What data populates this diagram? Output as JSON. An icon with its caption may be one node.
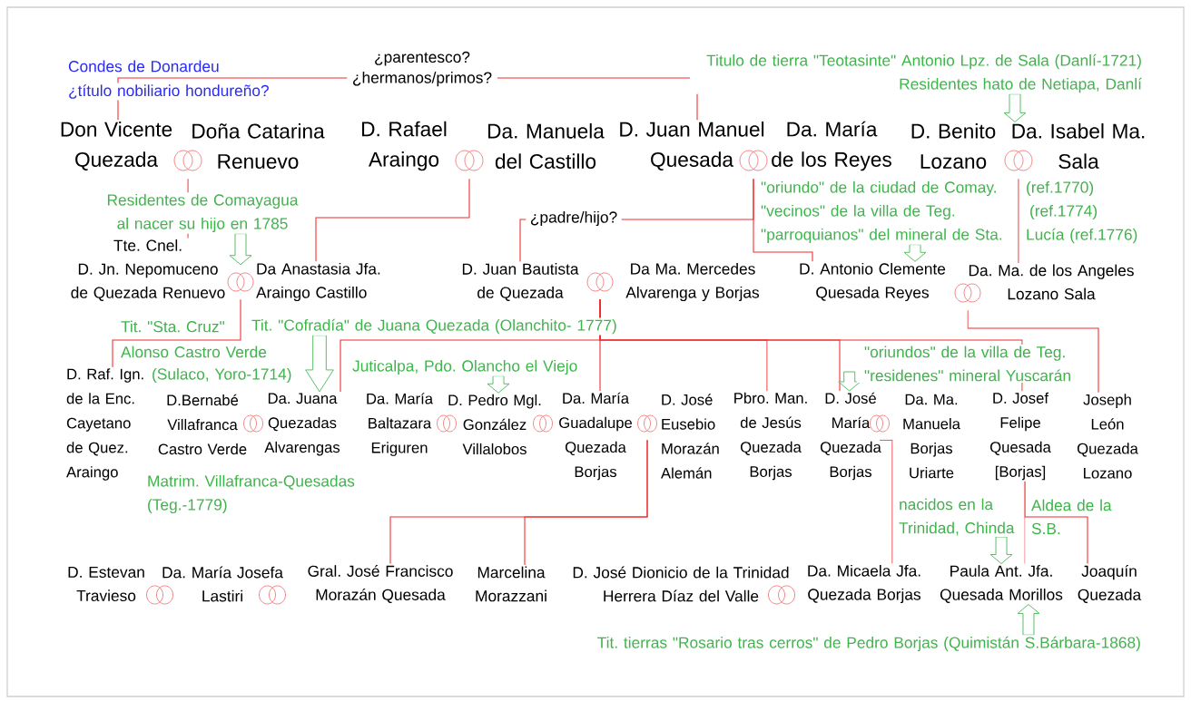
{
  "diagram": {
    "nodes": [
      {
        "text": [
          "Don Vicente Quezada"
        ]
      },
      {
        "text": [],
        "shape": "rings"
      },
      {
        "text": [
          "Doña Catarina Renuevo"
        ]
      },
      {
        "text": [
          "D. Rafael Araingo"
        ]
      },
      {
        "text": [],
        "shape": "rings"
      },
      {
        "text": [
          "Da. Manuela del Castillo"
        ]
      },
      {
        "text": [
          "D. Juan Manuel Quesada"
        ]
      },
      {
        "text": [],
        "shape": "rings"
      },
      {
        "text": [
          "Da. María de los Reyes"
        ]
      },
      {
        "text": [
          "D. Benito Lozano"
        ]
      },
      {
        "text": [],
        "shape": "rings"
      },
      {
        "text": [
          "Da. Isabel Ma. Sala"
        ]
      },
      {
        "text": [
          "Tte. Cnel.",
          "D. Jn. Nepomuceno de Quezada Renuevo"
        ]
      },
      {
        "text": [],
        "shape": "rings"
      },
      {
        "text": [
          "Da Anastasia Jfa. Araingo Castillo"
        ]
      },
      {
        "text": [
          "D. Juan Bautista de Quezada"
        ]
      },
      {
        "text": [],
        "shape": "rings"
      },
      {
        "text": [
          "Da Ma. Mercedes Alvarenga y Borjas"
        ]
      },
      {
        "text": [
          "D. Antonio Clemente Quesada Reyes"
        ]
      },
      {
        "text": [],
        "shape": "rings"
      },
      {
        "text": [
          "Da. Ma. de los Angeles Lozano Sala"
        ]
      },
      {
        "text": [
          "D. Raf. Ign. de la Enc. Cayetano de Quez. Araingo"
        ]
      },
      {
        "text": [
          "D.Bernabé Villafranca Castro Verde"
        ]
      },
      {
        "text": [],
        "shape": "rings"
      },
      {
        "text": [
          "Da. Juana Quezadas Alvarengas"
        ]
      },
      {
        "text": [
          "Da. María Baltazara Eriguren"
        ]
      },
      {
        "text": [],
        "shape": "rings"
      },
      {
        "text": [
          "D. Pedro Mgl. González Villalobos"
        ]
      },
      {
        "text": [],
        "shape": "rings"
      },
      {
        "text": [
          "Da. María Guadalupe Quezada Borjas"
        ]
      },
      {
        "text": [],
        "shape": "rings"
      },
      {
        "text": [
          "D. José Eusebio Morazán Alemán"
        ]
      },
      {
        "text": [
          "Pbro. Man. de Jesús Quezada Borjas"
        ]
      },
      {
        "text": [
          "D. José María Quezada Borjas"
        ]
      },
      {
        "text": [],
        "shape": "rings"
      },
      {
        "text": [
          "Da. Ma. Manuela Borjas Uriarte"
        ]
      },
      {
        "text": [
          "D. Josef Felipe Quesada [Borjas]"
        ]
      },
      {
        "text": [
          "Joseph León Quezada Lozano"
        ]
      },
      {
        "text": [
          "D. Estevan Travieso"
        ]
      },
      {
        "text": [],
        "shape": "rings"
      },
      {
        "text": [
          "Da. María Josefa Lastiri"
        ]
      },
      {
        "text": [],
        "shape": "rings"
      },
      {
        "text": [
          "Gral. José Francisco Morazán Quesada"
        ]
      },
      {
        "text": [
          "Marcelina Morazzani"
        ]
      },
      {
        "text": [
          "D. José Dionicio de la Trinidad Herrera Díaz del Valle"
        ]
      },
      {
        "text": [],
        "shape": "rings"
      },
      {
        "text": [
          "Da. Micaela Jfa. Quezada Borjas"
        ]
      },
      {
        "text": [
          "Paula Ant. Jfa. Quesada Morillos"
        ]
      },
      {
        "text": [
          "Joaquín Quezada"
        ]
      },
      {
        "text": [
          "Titulo de tierra \"Teotasinte\" Antonio Lpz. de Sala (Danlí-1721)",
          "Residentes hato de Netiapa, Danlí"
        ]
      },
      {
        "text": [
          "Residentes de Comayagua al nacer su hijo en 1785"
        ]
      },
      {
        "text": [
          "\"oriundo\" de la ciudad de Comay.",
          "\"vecinos\" de la villa de Teg.",
          "\"parroquianos\" del mineral de Sta."
        ]
      },
      {
        "text": [
          "Tit. \"Cofradía\" de Juana Quezada (Olanchito- 1777)"
        ]
      },
      {
        "text": [
          "Juticalpa, Pdo. Olancho el Viejo"
        ]
      },
      {
        "text": [
          "\"oriundos\" de la villa de Teg.",
          "\"residenes\" mineral Yuscarán"
        ]
      },
      {
        "text": [
          "nacidos en la Trinidad, Chinda"
        ]
      },
      {
        "text": [
          "Tit. tierras \"Rosario tras cerros\" de Pedro Borjas (Quimistán S.Bárbara-1868)"
        ]
      }
    ],
    "edges": [
      {
        "from": 0,
        "to": 6,
        "arrow": "none",
        "label": "¿parentesco? ¿hermanos/primos?"
      },
      {
        "from": 1,
        "to": 12,
        "arrow": "none"
      },
      {
        "from": 4,
        "to": 14,
        "arrow": "none"
      },
      {
        "from": 7,
        "to": 15,
        "arrow": "none",
        "label": "¿padre/hijo?"
      },
      {
        "from": 7,
        "to": 18,
        "arrow": "none"
      },
      {
        "from": 10,
        "to": 20,
        "arrow": "none"
      },
      {
        "from": 13,
        "to": 21,
        "arrow": "none"
      },
      {
        "from": 16,
        "to": 24,
        "arrow": "none"
      },
      {
        "from": 16,
        "to": 29,
        "arrow": "none"
      },
      {
        "from": 16,
        "to": 32,
        "arrow": "none"
      },
      {
        "from": 16,
        "to": 33,
        "arrow": "none"
      },
      {
        "from": 16,
        "to": 36,
        "arrow": "none"
      },
      {
        "from": 19,
        "to": 37,
        "arrow": "none"
      },
      {
        "from": 30,
        "to": 42,
        "arrow": "none"
      },
      {
        "from": 30,
        "to": 43,
        "arrow": "none"
      },
      {
        "from": 34,
        "to": 46,
        "arrow": "none"
      },
      {
        "from": 36,
        "to": 47,
        "arrow": "none"
      },
      {
        "from": 36,
        "to": 48,
        "arrow": "none"
      },
      {
        "from": 49,
        "to": 11,
        "arrow": "to",
        "color": "#4cbb5c"
      },
      {
        "from": 50,
        "to": 13,
        "arrow": "to",
        "color": "#4cbb5c"
      },
      {
        "from": 51,
        "to": 18,
        "arrow": "to",
        "color": "#4cbb5c"
      },
      {
        "from": 52,
        "to": 24,
        "arrow": "to",
        "color": "#4cbb5c"
      },
      {
        "from": 53,
        "to": 27,
        "arrow": "to",
        "color": "#4cbb5c"
      },
      {
        "from": 54,
        "to": 33,
        "arrow": "to",
        "color": "#4cbb5c"
      },
      {
        "from": 55,
        "to": 47,
        "arrow": "to",
        "color": "#4cbb5c"
      },
      {
        "from": 56,
        "to": 47,
        "arrow": "to",
        "color": "#4cbb5c"
      }
    ],
    "labels": [
      "Condes de Donardeu",
      "¿título nobiliario hondureño?",
      "(ref.1770)",
      "(ref.1774)",
      "Lucía (ref.1776)",
      "Tit. \"Sta. Cruz\"",
      "Alonso Castro Verde",
      "(Sulaco, Yoro-1714)",
      "Matrim. Villafranca-Quesadas (Teg.-1779)",
      "Aldea de la",
      "S.B."
    ]
  }
}
